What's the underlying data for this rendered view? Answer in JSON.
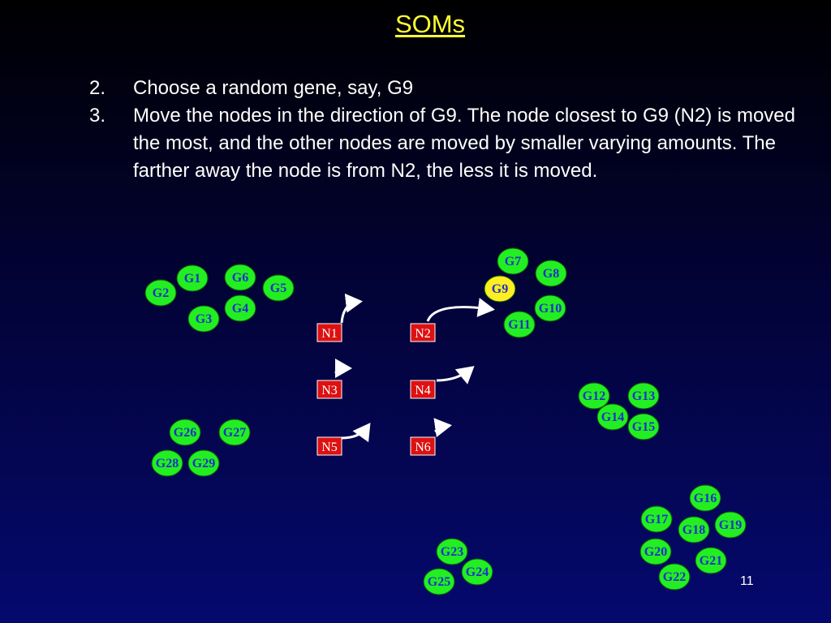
{
  "slide": {
    "title": "SOMs",
    "page_number": "11",
    "steps": [
      {
        "num": "2.",
        "text": "Choose a random gene, say, G9"
      },
      {
        "num": "3.",
        "text": "Move the nodes in the direction of G9. The node closest to G9 (N2) is moved the most, and the other nodes are moved by smaller varying amounts. The farther away the node is from N2, the less it is moved."
      }
    ]
  },
  "colors": {
    "gene_fill": "#22ee22",
    "selected_gene_fill": "#ffee22",
    "node_fill": "#dd1111",
    "title": "#ffff33",
    "arrow": "#ffffff"
  },
  "genes": [
    {
      "label": "G1",
      "selected": false
    },
    {
      "label": "G2",
      "selected": false
    },
    {
      "label": "G3",
      "selected": false
    },
    {
      "label": "G4",
      "selected": false
    },
    {
      "label": "G5",
      "selected": false
    },
    {
      "label": "G6",
      "selected": false
    },
    {
      "label": "G7",
      "selected": false
    },
    {
      "label": "G8",
      "selected": false
    },
    {
      "label": "G9",
      "selected": true
    },
    {
      "label": "G10",
      "selected": false
    },
    {
      "label": "G11",
      "selected": false
    },
    {
      "label": "G12",
      "selected": false
    },
    {
      "label": "G13",
      "selected": false
    },
    {
      "label": "G14",
      "selected": false
    },
    {
      "label": "G15",
      "selected": false
    },
    {
      "label": "G16",
      "selected": false
    },
    {
      "label": "G17",
      "selected": false
    },
    {
      "label": "G18",
      "selected": false
    },
    {
      "label": "G19",
      "selected": false
    },
    {
      "label": "G20",
      "selected": false
    },
    {
      "label": "G21",
      "selected": false
    },
    {
      "label": "G22",
      "selected": false
    },
    {
      "label": "G23",
      "selected": false
    },
    {
      "label": "G24",
      "selected": false
    },
    {
      "label": "G25",
      "selected": false
    },
    {
      "label": "G26",
      "selected": false
    },
    {
      "label": "G27",
      "selected": false
    },
    {
      "label": "G28",
      "selected": false
    },
    {
      "label": "G29",
      "selected": false
    }
  ],
  "nodes": [
    {
      "label": "N1"
    },
    {
      "label": "N2"
    },
    {
      "label": "N3"
    },
    {
      "label": "N4"
    },
    {
      "label": "N5"
    },
    {
      "label": "N6"
    }
  ]
}
